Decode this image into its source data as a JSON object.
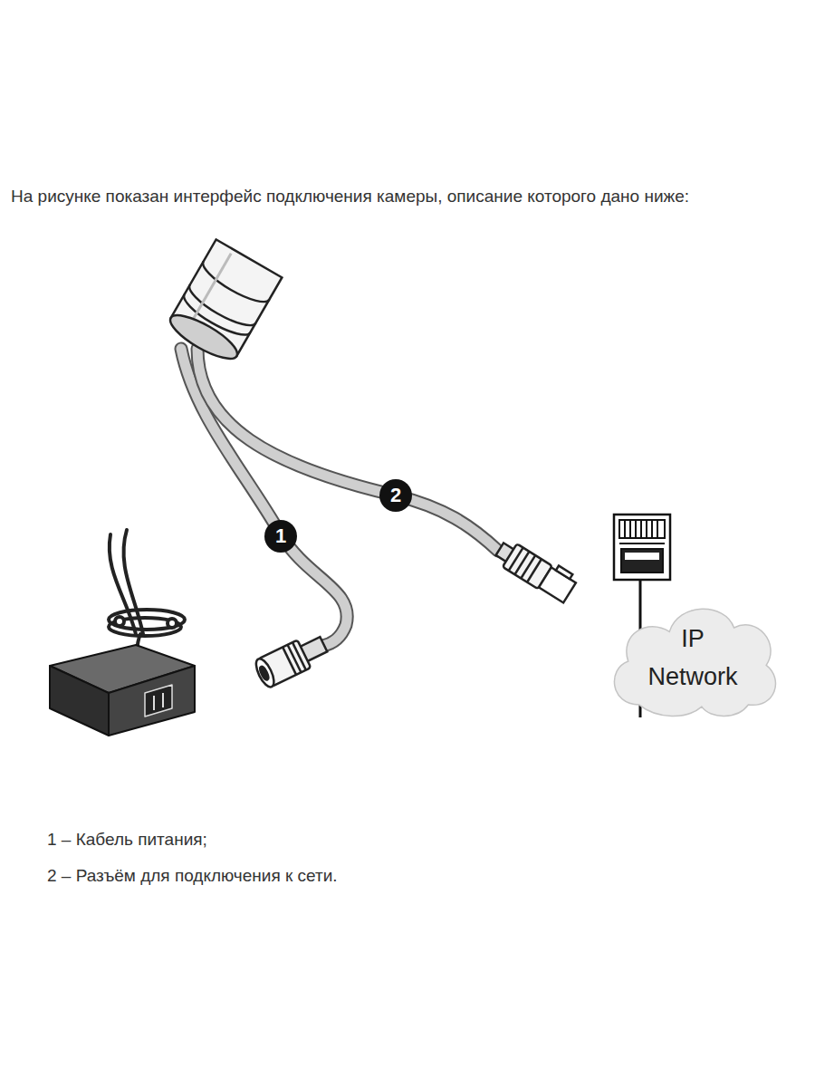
{
  "diagram": {
    "title": "На рисунке показан интерфейс подключения камеры, описание которого дано ниже:",
    "nodes": [
      {
        "text": [
          "2"
        ]
      },
      {
        "text": [
          "1"
        ]
      },
      {
        "text": [
          "IP Network"
        ]
      }
    ],
    "labels": [
      "1 – Кабель питания;",
      "2 – Разъём для подключения к сети."
    ]
  }
}
